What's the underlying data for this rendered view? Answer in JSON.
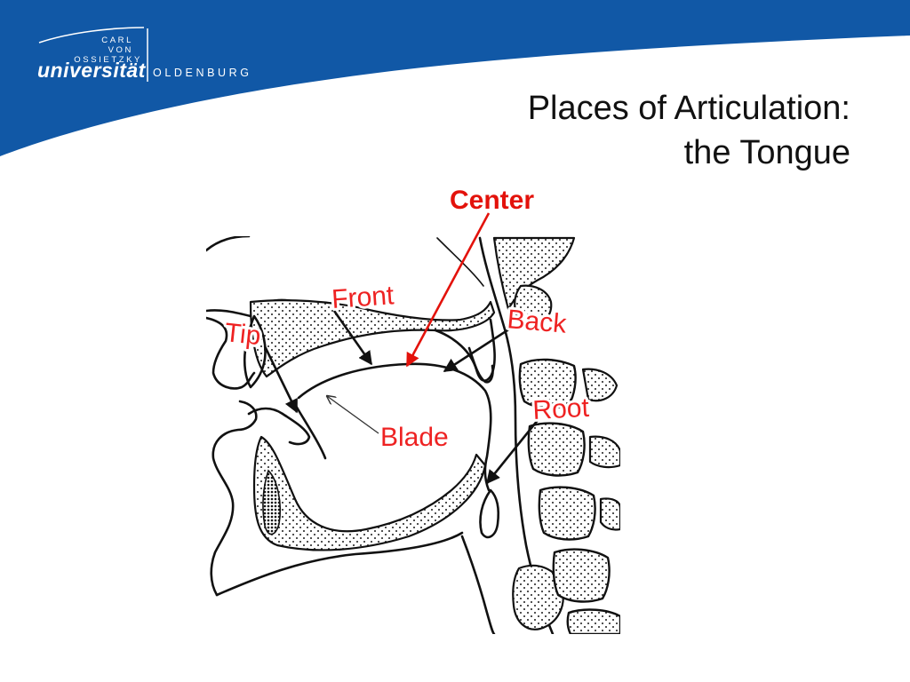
{
  "slide": {
    "title_line1": "Places of Articulation:",
    "title_line2": "the Tongue"
  },
  "logo": {
    "line1": "CARL",
    "line2": "VON",
    "line3": "OSSIETZKY",
    "university": "universität",
    "city": "OLDENBURG"
  },
  "diagram": {
    "labels": {
      "center": "Center",
      "front": "Front",
      "tip": "Tip",
      "back": "Back",
      "root": "Root",
      "blade": "Blade"
    }
  },
  "colors": {
    "header_blue": "#1158a6",
    "label_red": "#e3120b"
  }
}
